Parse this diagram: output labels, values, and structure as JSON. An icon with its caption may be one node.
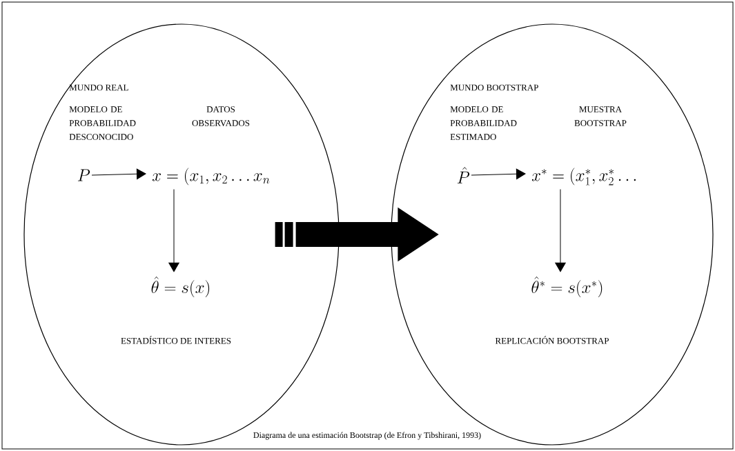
{
  "diagram": {
    "caption": "Diagrama de una estimación Bootstrap (de Efron y Tibshirani, 1993)",
    "nodes": [
      {
        "text": [
          "MUNDO REAL",
          "MODELO DE PROBABILIDAD DESCONOCIDO",
          "DATOS OBSERVADOS",
          "ESTADÍSTICO DE INTERES"
        ]
      },
      {
        "text": [
          "P"
        ],
        "in": 0
      },
      {
        "text": [
          "x = (x_{1}, x_{2} \\ldots x_{n}"
        ],
        "in": 0
      },
      {
        "text": [
          "\\hat{\\theta} = s(x)"
        ],
        "in": 0
      },
      {
        "text": [
          "MUNDO BOOTSTRAP",
          "MODELO DE PROBABILIDAD ESTIMADO",
          "MUESTRA BOOTSTRAP",
          "REPLICACIÓN BOOTSTRAP"
        ]
      },
      {
        "text": [
          "\\hat{P}"
        ],
        "in": 4
      },
      {
        "text": [
          "x^{*} = (x_{1}^{*}, x_{2}^{*} \\ldots"
        ],
        "in": 4
      },
      {
        "text": [
          "\\hat{\\theta}^{*} = s(x^{*})"
        ],
        "in": 4
      }
    ],
    "edges": [
      {
        "from": 1,
        "to": 2,
        "arrow": "to"
      },
      {
        "from": 2,
        "to": 3,
        "arrow": "to"
      },
      {
        "from": 5,
        "to": 6,
        "arrow": "to"
      },
      {
        "from": 6,
        "to": 7,
        "arrow": "to"
      },
      {
        "from": 0,
        "to": 4,
        "arrow": "to",
        "style": "thick"
      }
    ]
  }
}
